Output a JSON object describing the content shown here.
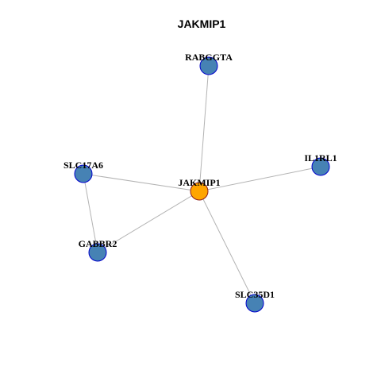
{
  "title": "JAKMIP1",
  "colors": {
    "center_fill": "#ffa500",
    "center_stroke": "#8b1a1a",
    "neighbor_fill": "#4682b4",
    "node_stroke": "#0000cd",
    "edge": "#b3b3b3"
  },
  "nodes": [
    {
      "id": "JAKMIP1",
      "label": "JAKMIP1",
      "role": "center"
    },
    {
      "id": "RABGGTA",
      "label": "RABGGTA",
      "role": "neighbor"
    },
    {
      "id": "IL1RL1",
      "label": "IL1RL1",
      "role": "neighbor"
    },
    {
      "id": "SLC17A6",
      "label": "SLC17A6",
      "role": "neighbor"
    },
    {
      "id": "GABBR2",
      "label": "GABBR2",
      "role": "neighbor"
    },
    {
      "id": "SLC35D1",
      "label": "SLC35D1",
      "role": "neighbor"
    }
  ],
  "edges": [
    [
      "JAKMIP1",
      "RABGGTA"
    ],
    [
      "JAKMIP1",
      "IL1RL1"
    ],
    [
      "JAKMIP1",
      "SLC17A6"
    ],
    [
      "JAKMIP1",
      "GABBR2"
    ],
    [
      "JAKMIP1",
      "SLC35D1"
    ],
    [
      "SLC17A6",
      "GABBR2"
    ]
  ]
}
